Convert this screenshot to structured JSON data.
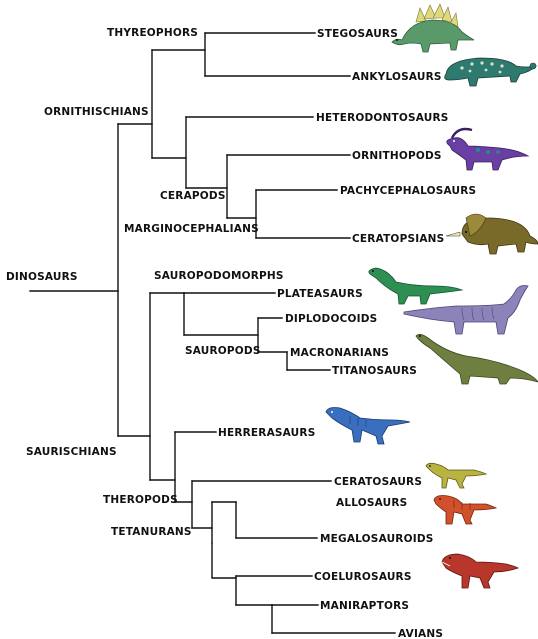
{
  "clade_labels": {
    "dinosaurs": "DINOSAURS",
    "ornithischians": "ORNITHISCHIANS",
    "thyreophors": "THYREOPHORS",
    "cerapods": "CERAPODS",
    "marginocephalians": "MARGINOCEPHALIANS",
    "saurischians": "SAURISCHIANS",
    "sauropodomorphs": "SAUROPODOMORPHS",
    "sauropods": "SAUROPODS",
    "theropods": "THEROPODS",
    "tetanurans": "TETANURANS"
  },
  "terminal_labels": {
    "stegosaurs": "STEGOSAURS",
    "ankylosaurs": "ANKYLOSAURS",
    "heterodontosaurs": "HETERODONTOSAURS",
    "ornithopods": "ORNITHOPODS",
    "pachycephalosaurs": "PACHYCEPHALOSAURS",
    "ceratopsians": "CERATOPSIANS",
    "plateasaurs": "PLATEASAURS",
    "diplodocoids": "DIPLODOCOIDS",
    "macronarians": "MACRONARIANS",
    "titanosaurs": "TITANOSAURS",
    "herrerasaurs": "HERRERASAURS",
    "ceratosaurs": "CERATOSAURS",
    "allosaurs": "ALLOSAURS",
    "megalosauroids": "MEGALOSAUROIDS",
    "coelurosaurs": "COELUROSAURS",
    "maniraptors": "MANIRAPTORS",
    "avians": "AVIANS"
  },
  "illustrations": {
    "stegosaur": {
      "icon": "stegosaur-icon",
      "color": "#5a9a6a"
    },
    "ankylosaur": {
      "icon": "ankylosaur-icon",
      "color": "#2f7a6e"
    },
    "ornithopod": {
      "icon": "ornithopod-icon",
      "color": "#6a3fa3"
    },
    "ceratopsian": {
      "icon": "ceratopsian-icon",
      "color": "#7a6a2a"
    },
    "plateasaur": {
      "icon": "plateasaur-icon",
      "color": "#2e8f52"
    },
    "diplodocoid": {
      "icon": "diplodocoid-icon",
      "color": "#8c84b8"
    },
    "titanosaur": {
      "icon": "titanosaur-icon",
      "color": "#6f7f3f"
    },
    "herrerasaur": {
      "icon": "herrerasaur-icon",
      "color": "#3a6fbf"
    },
    "ceratosaur": {
      "icon": "ceratosaur-icon",
      "color": "#b9b341"
    },
    "allosaur": {
      "icon": "allosaur-icon",
      "color": "#d2502a"
    },
    "coelurosaur": {
      "icon": "coelurosaur-icon",
      "color": "#b8362a"
    }
  }
}
